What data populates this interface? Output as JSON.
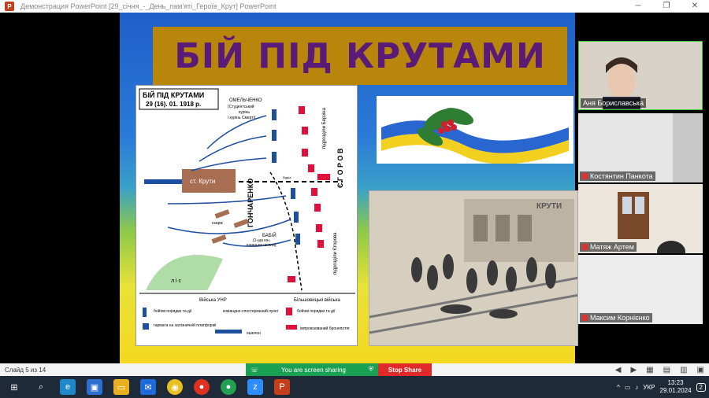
{
  "window": {
    "title": "Демонстрация PowerPoint   [29_січня_-_День_пам'яті_Героїв_Крут]   PowerPoint",
    "min": "─",
    "max": "❐",
    "close": "✕"
  },
  "slide": {
    "title": "БІЙ ПІД КРУТАМИ",
    "map": {
      "header_title": "БІЙ ПІД КРУТАМИ",
      "header_date": "29 (16). 01. 1918 р.",
      "label_omelchenko": "ОМЕЛЬЧЕНКО",
      "label_kurin1": "(Студентський",
      "label_kurin2": "курінь",
      "label_kurin3": "і курінь Смерті)",
      "label_station": "ст. Крути",
      "label_goncharenko": "ГОНЧАРЕНКО",
      "label_yegorov": "Є Г О Р О В",
      "label_berzin": "підрозділи Берзіна",
      "label_yegorova": "підрозділи Єгорова",
      "label_babiy1": "БАБІЙ",
      "label_babiy2": "(1-ша юн.",
      "label_babiy3": "юнацька школа)",
      "label_skarzhy": "скарж",
      "label_lis": "л і с",
      "label_budka": "будка",
      "legend_unr": "Війська УНР",
      "legend_bolsh": "Більшовицькі війська",
      "legend_boiovi1": "бойові порядки та дії",
      "legend_hapmata": "гармата на залізничній платформі",
      "legend_kp": "командно-спостережний пункт",
      "legend_eshelon": "ешелон",
      "legend_boiovi2": "бойові порядки та дії",
      "legend_bronepotyag": "імпровізований бронепотяг"
    },
    "painting": {
      "sign": "КРУТИ"
    }
  },
  "participants": [
    {
      "name": "Аня Бориславська",
      "muted": false
    },
    {
      "name": "Костянтин Панкота",
      "muted": true
    },
    {
      "name": "Матяж Артем",
      "muted": true
    },
    {
      "name": "Максим Корнієнко",
      "muted": true
    }
  ],
  "statusbar": {
    "slide_count": "Слайд 5 из 14",
    "sharing": "You are screen sharing",
    "stop_share": "Stop Share"
  },
  "taskbar": {
    "language": "УКР",
    "time": "13:23",
    "date": "29.01.2024",
    "notifications": "2"
  },
  "colors": {
    "title_box": "#b8860b",
    "title_text": "#5a1a78",
    "share_green": "#1aa052",
    "share_red": "#e02a2a",
    "taskbar": "#1f2a38"
  }
}
